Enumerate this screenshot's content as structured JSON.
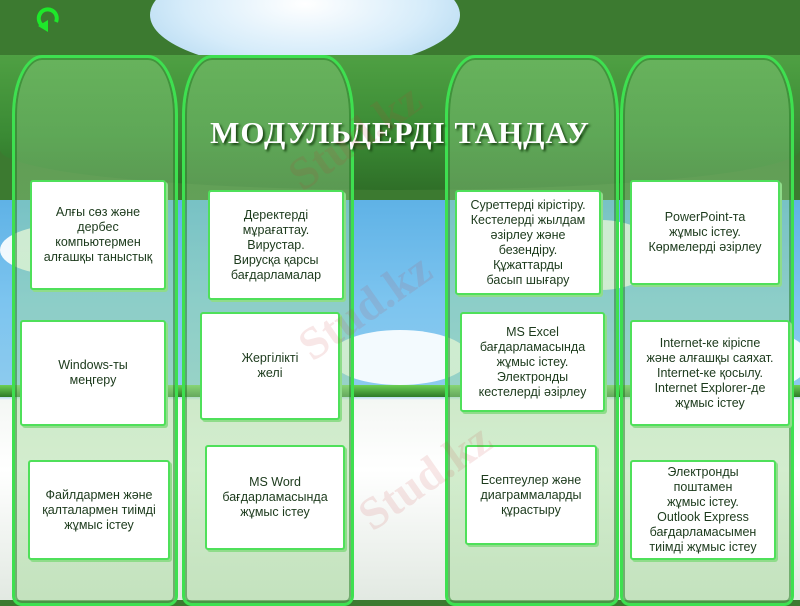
{
  "slide": {
    "title": "МОДУЛЬДЕРДІ ТАҢДАУ",
    "back_icon": "return-arrow-icon",
    "watermark": "Stud.kz",
    "colors": {
      "accent": "#3ee050",
      "banner": "#3c7a30",
      "sky": "#6cbcec"
    }
  },
  "modules": [
    "Алғы сөз және\nдербес\nкомпьютермен\nалғашқы таныстық",
    "Windows-ты\nмеңгеру",
    "Файлдармен және\nқалталармен тиімді\nжұмыс істеу",
    "Деректерді\nмұрағаттау.\nВирустар.\nВирусқа қарсы\nбағдарламалар",
    "Жергілікті\nжелі",
    "MS Word\nбағдарламасында\nжұмыс істеу",
    "Суреттерді кірістіру.\nКестелерді жылдам\nәзірлеу және безендіру.\nҚұжаттарды\nбасып шығару",
    "MS Excel\nбағдарламасында\nжұмыс істеу.\nЭлектронды\nкестелерді әзірлеу",
    "Есептеулер және\nдиаграммаларды\nқұрастыру",
    "PowerPoint-та\nжұмыс істеу.\nКөрмелерді әзірлеу",
    "Internet-ке кіріспе\nжәне алғашқы саяхат.\nInternet-ке қосылу.\nInternet Explorer-де\nжұмыс істеу",
    "Электронды\nпоштамен\nжұмыс істеу.\nOutlook Express\nбағдарламасымен\nтиімді жұмыс істеу"
  ]
}
